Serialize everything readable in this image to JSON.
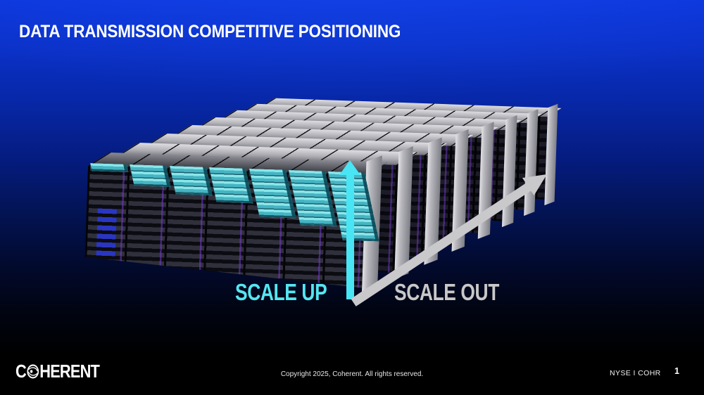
{
  "slide": {
    "title": "DATA TRANSMISSION COMPETITIVE POSITIONING",
    "diagram": {
      "scale_up_label": "SCALE UP",
      "scale_out_label": "SCALE OUT",
      "rack_rows": 8,
      "racks_per_front_row": 7,
      "highlighted_units_per_front_rack": [
        1,
        3,
        4,
        5,
        7,
        8,
        10
      ]
    },
    "footer": {
      "logo_prefix": "C",
      "logo_suffix": "HERENT",
      "copyright": "Copyright 2025, Coherent. All rights reserved.",
      "ticker": "NYSE I COHR",
      "page_number": "1"
    },
    "colors": {
      "background_top": "#0D36DB",
      "background_bottom": "#000000",
      "scale_up_accent": "#49E5F4",
      "scale_out_gray": "#C9C9CC",
      "rack_top_gray": "#AEAEB4",
      "highlight_cyan": "#46B4C2",
      "indicator_blue": "#2A36C8",
      "indicator_purple": "#7A3ED7"
    },
    "icons": {
      "logo_mark": "coherent-orb-icon"
    }
  }
}
